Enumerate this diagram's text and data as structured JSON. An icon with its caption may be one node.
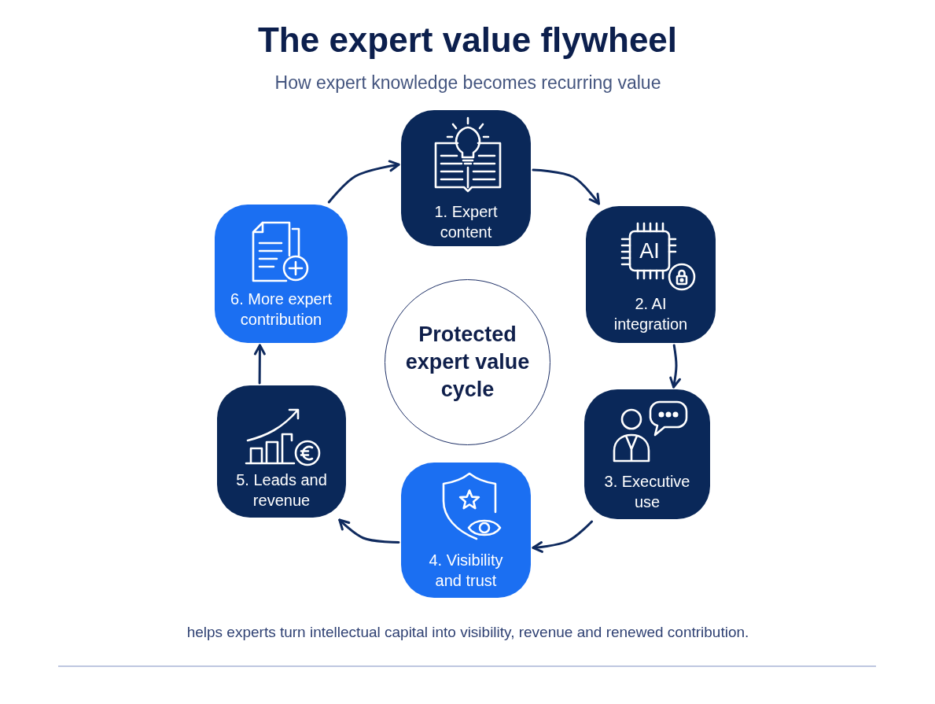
{
  "diagram": {
    "title": "The expert value flywheel",
    "caption": "helps experts turn intellectual capital into visibility, revenue and renewed contribution.",
    "nodes": [
      {
        "text": [
          "1. Expert content"
        ]
      },
      {
        "text": [
          "AI",
          "2. AI integration"
        ]
      },
      {
        "text": [
          "3. Executive use"
        ]
      },
      {
        "text": [
          "4. Visibility and trust"
        ]
      },
      {
        "text": [
          "5. Leads and revenue"
        ]
      },
      {
        "text": [
          "6. More expert contribution"
        ]
      },
      {
        "text": [
          "Protected expert value cycle"
        ]
      }
    ],
    "edges": [
      {
        "from": 0,
        "to": 1,
        "arrow": "to"
      },
      {
        "from": 1,
        "to": 2,
        "arrow": "to"
      },
      {
        "from": 2,
        "to": 3,
        "arrow": "to"
      },
      {
        "from": 3,
        "to": 4,
        "arrow": "to"
      },
      {
        "from": 4,
        "to": 5,
        "arrow": "to"
      },
      {
        "from": 5,
        "to": 0,
        "arrow": "to"
      }
    ],
    "labels": [
      "How expert knowledge becomes recurring value"
    ]
  }
}
